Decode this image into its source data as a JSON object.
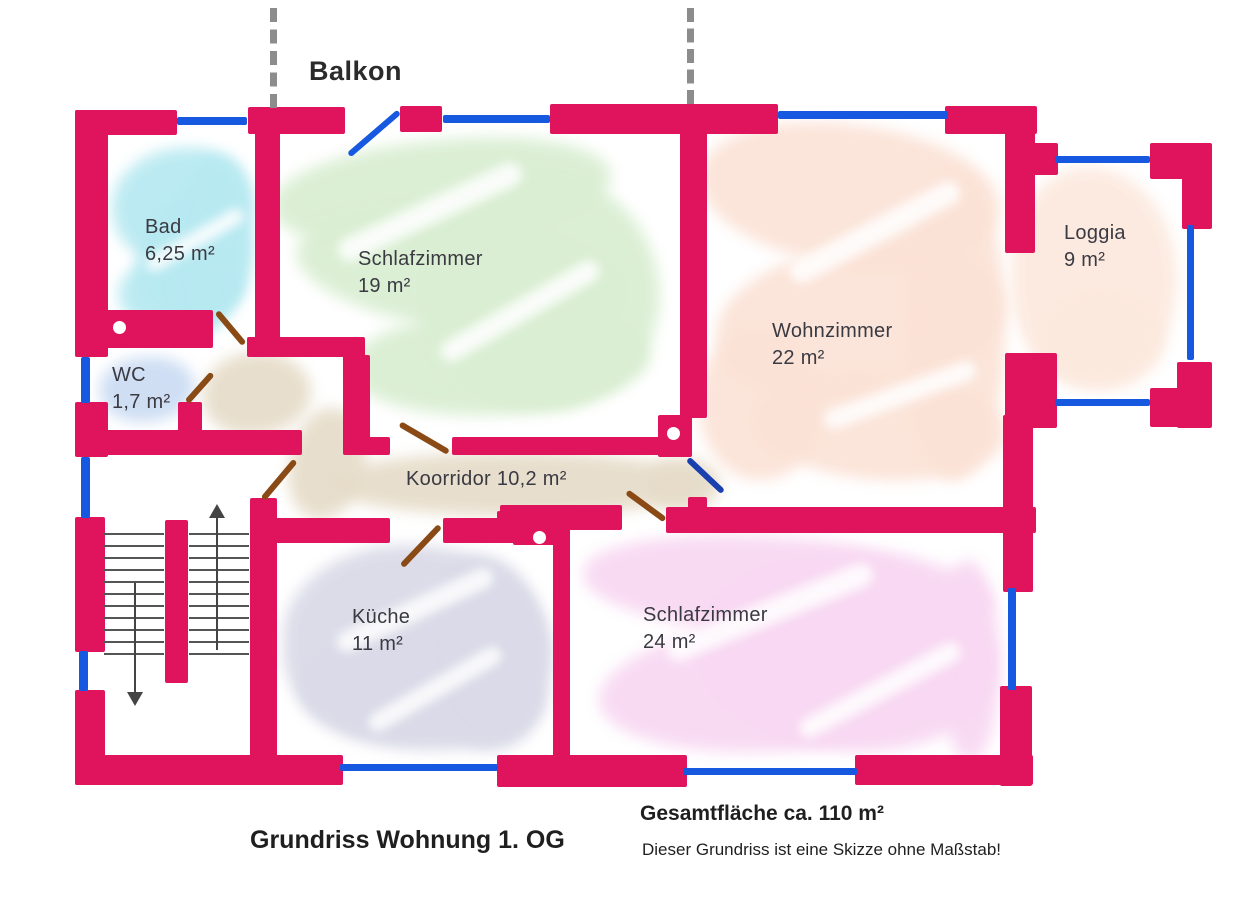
{
  "balcony": {
    "label": "Balkon"
  },
  "rooms": [
    {
      "id": "bad",
      "name": "Bad",
      "area": "6,25 m²",
      "fill": "#b7e9f1"
    },
    {
      "id": "wc",
      "name": "WC",
      "area": "1,7 m²",
      "fill": "#cbdcf3"
    },
    {
      "id": "schlafzimmer-19",
      "name": "Schlafzimmer",
      "area": "19 m²",
      "fill": "#d9eed2"
    },
    {
      "id": "wohnzimmer",
      "name": "Wohnzimmer",
      "area": "22 m²",
      "fill": "#fbe2d6"
    },
    {
      "id": "loggia",
      "name": "Loggia",
      "area": "9 m²",
      "fill": "#fce9de"
    },
    {
      "id": "koorridor",
      "name": "Koorridor",
      "area": "10,2 m²",
      "fill": "#e6dcc9"
    },
    {
      "id": "kueche",
      "name": "Küche",
      "area": "11 m²",
      "fill": "#dadae8"
    },
    {
      "id": "schlafzimmer-24",
      "name": "Schlafzimmer",
      "area": "24 m²",
      "fill": "#f8d8f2"
    }
  ],
  "footer": {
    "plan_title": "Grundriss Wohnung 1. OG",
    "total_area": "Gesamtfläche ca. 110 m²",
    "disclaimer": "Dieser Grundriss ist eine Skizze ohne Maßstab!"
  },
  "colors": {
    "wall": "#e0145c",
    "window": "#1659e0",
    "door": "#8a4a15",
    "door_blue": "#1a3fae",
    "balcony_divider": "#8c8c8c",
    "text": "#3a3a42"
  }
}
